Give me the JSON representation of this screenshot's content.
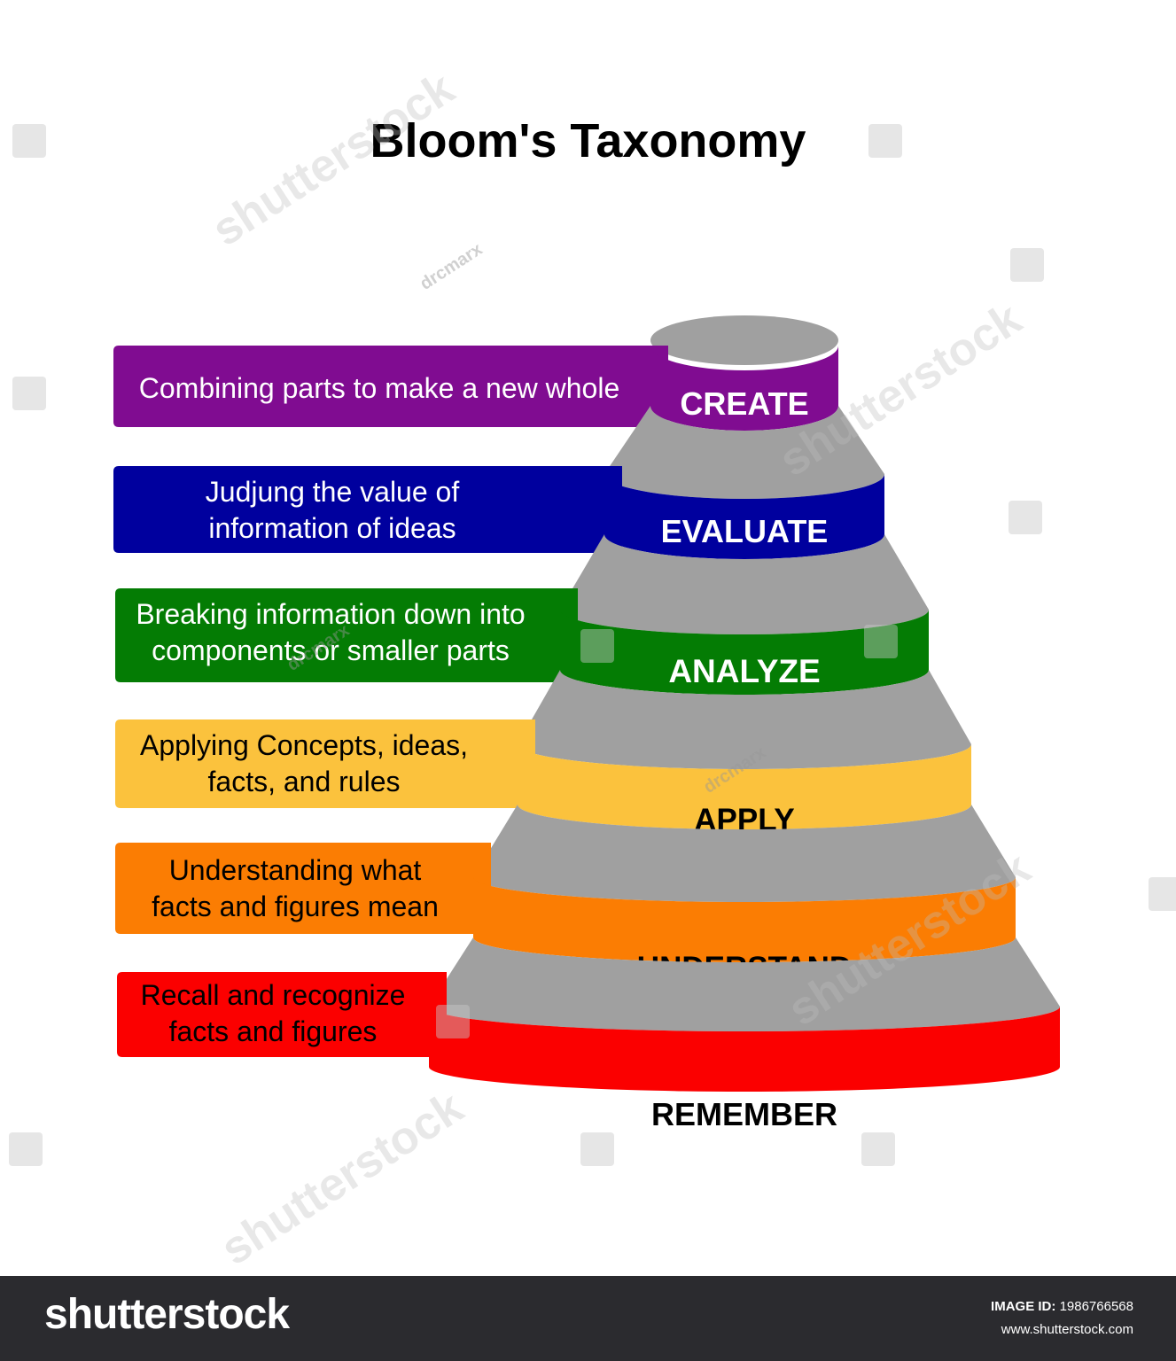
{
  "title": "Bloom's Taxonomy",
  "levels": [
    {
      "name": "CREATE",
      "desc": [
        "Combining parts to make a new whole"
      ],
      "color": "#800c91",
      "text_color": "#ffffff"
    },
    {
      "name": "EVALUATE",
      "desc": [
        "Judjung the value of",
        "information of ideas"
      ],
      "color": "#00009e",
      "text_color": "#ffffff"
    },
    {
      "name": "ANALYZE",
      "desc": [
        "Breaking information down into",
        "components or smaller parts"
      ],
      "color": "#047c04",
      "text_color": "#ffffff"
    },
    {
      "name": "APPLY",
      "desc": [
        "Applying Concepts, ideas,",
        "facts, and rules"
      ],
      "color": "#fbc23d",
      "text_color": "#000000"
    },
    {
      "name": "UNDERSTAND",
      "desc": [
        "Understanding what",
        "facts and figures mean"
      ],
      "color": "#fb7d03",
      "text_color": "#000000"
    },
    {
      "name": "REMEMBER",
      "desc": [
        "Recall and recognize",
        "facts and figures"
      ],
      "color": "#fb0000",
      "text_color": "#000000"
    }
  ],
  "slope_color": "#a0a0a0",
  "watermark": {
    "brand": "shutterstock",
    "contributor": "drcmarx"
  },
  "footer": {
    "brand": "shutterstock",
    "image_id_label": "IMAGE ID:",
    "image_id": "1986766568",
    "site": "www.shutterstock.com"
  }
}
